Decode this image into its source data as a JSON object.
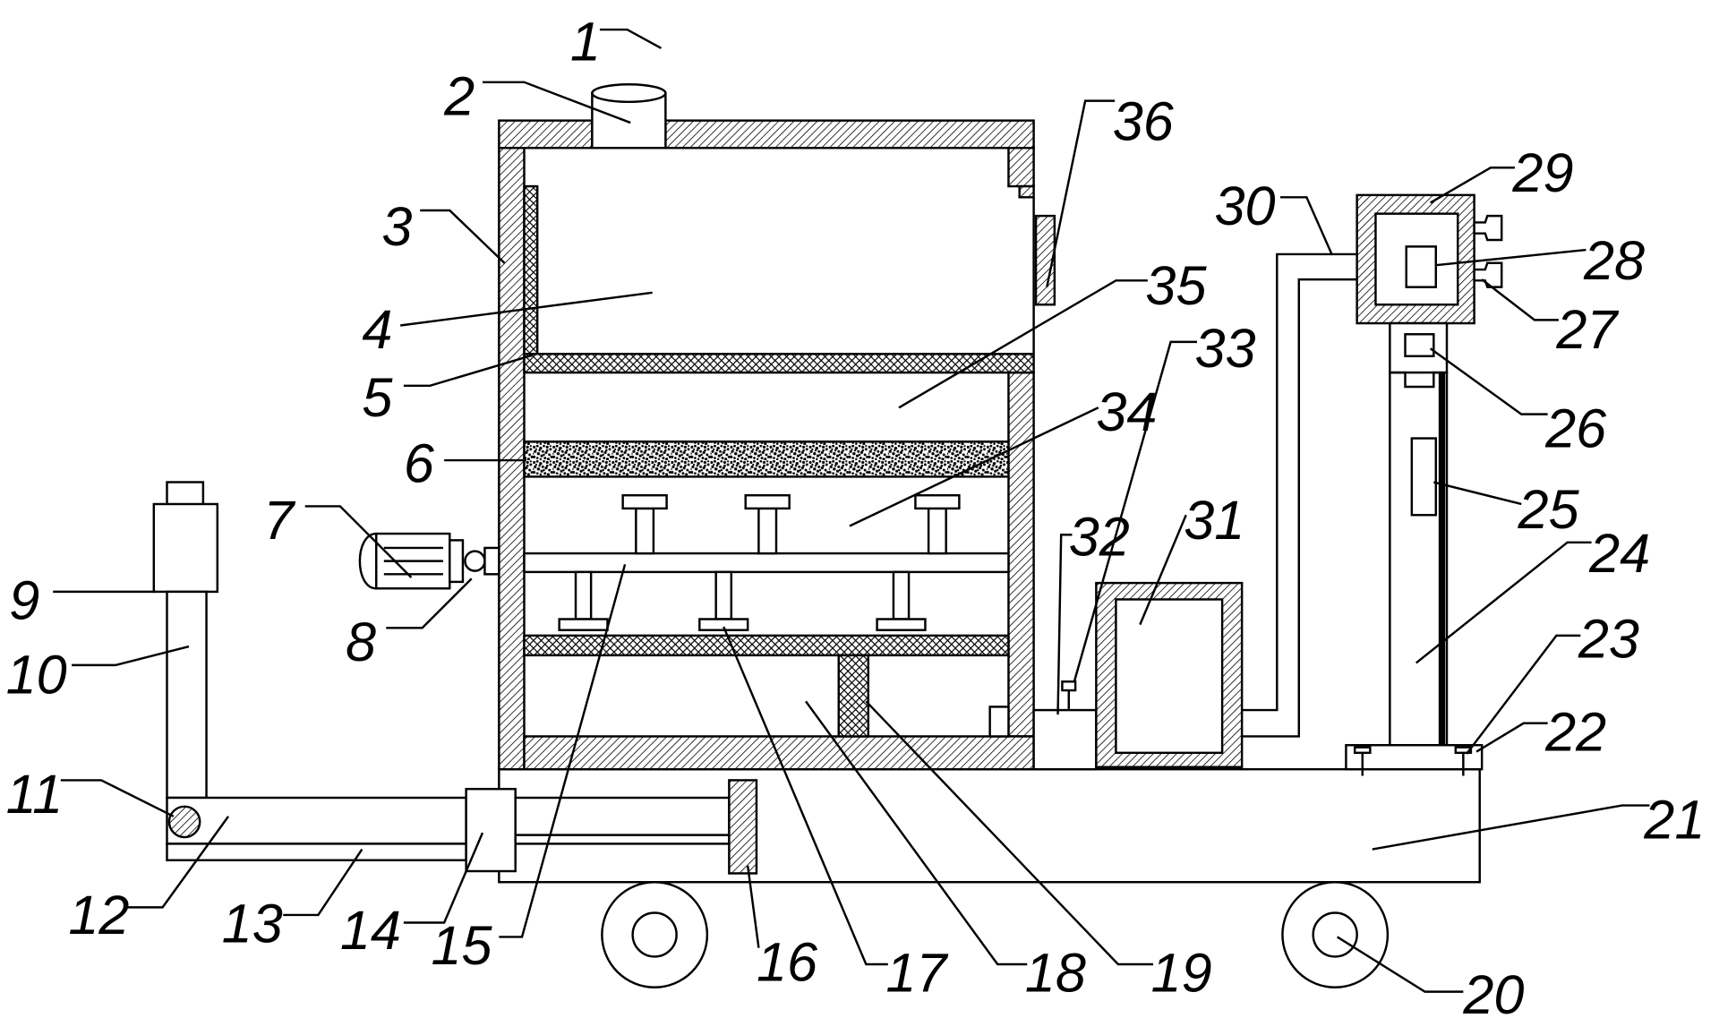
{
  "labels": [
    "1",
    "2",
    "3",
    "4",
    "5",
    "6",
    "7",
    "8",
    "9",
    "10",
    "11",
    "12",
    "13",
    "14",
    "15",
    "16",
    "17",
    "18",
    "19",
    "20",
    "21",
    "22",
    "23",
    "24",
    "25",
    "26",
    "27",
    "28",
    "29",
    "30",
    "31",
    "32",
    "33",
    "34",
    "35",
    "36"
  ]
}
